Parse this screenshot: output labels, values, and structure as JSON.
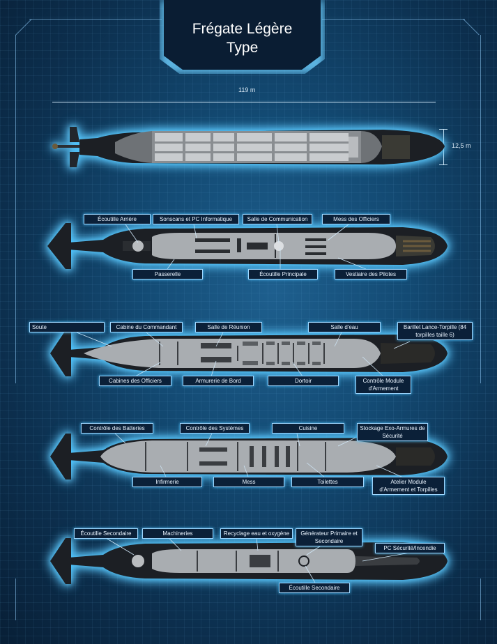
{
  "title": {
    "line1": "Frégate Légère",
    "line2": "Type"
  },
  "dimensions": {
    "length": "119 m",
    "beam": "12,5 m"
  },
  "deck1": {
    "top_labels": [
      "Écoutille Arrière",
      "Sonscans et PC Informatique",
      "Salle de Communication",
      "Mess des Officiers"
    ],
    "bottom_labels": [
      "Passerelle",
      "Écoutille Principale",
      "Vestiaire des Pilotes"
    ]
  },
  "deck2": {
    "top_labels": [
      "Soute",
      "Cabine  du Commandant",
      "Salle de Réunion",
      "Salle d'eau",
      "Barillet Lance-Torpille (84 torpilles taille 6)"
    ],
    "bottom_labels": [
      "Cabines des Officiers",
      "Armurerie de Bord",
      "Dortoir",
      "Contrôle Module d'Armement"
    ]
  },
  "deck3": {
    "top_labels": [
      "Contrôle des Batteries",
      "Contrôle des Systèmes",
      "Cuisine",
      "Stockage Exo-Armures de Sécurité"
    ],
    "bottom_labels": [
      "Infirmerie",
      "Mess",
      "Toilettes",
      "Atelier Module d'Armement et Torpilles"
    ]
  },
  "deck4": {
    "top_labels": [
      "Écoutille Secondaire",
      "Machineries",
      "Recyclage eau et oxygène",
      "Générateur Primaire et Secondaire",
      "PC Sécurité/Incendie"
    ],
    "bottom_labels": [
      "Écoutille Secondaire"
    ]
  },
  "colors": {
    "background": "#134a73",
    "glow": "#3ec0ff",
    "hull": "#1c1f24",
    "deck": "#a9adb1"
  }
}
